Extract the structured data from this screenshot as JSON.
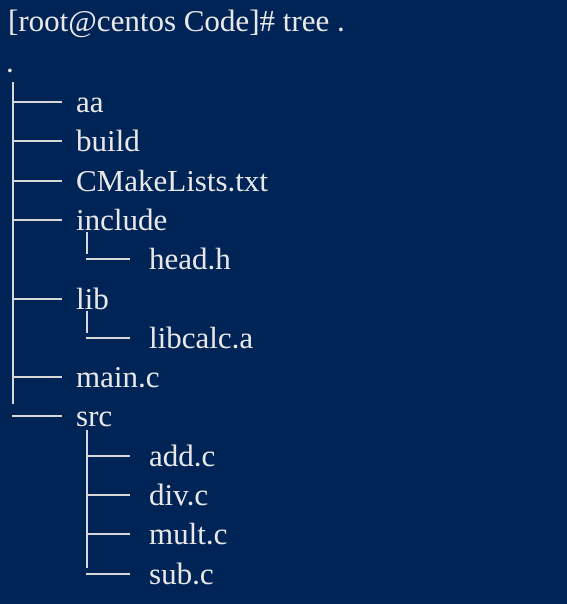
{
  "terminal": {
    "prompt_line": "[root@centos Code]# tree .",
    "root": "."
  },
  "tree": {
    "entries": [
      {
        "name": "aa",
        "depth": 0
      },
      {
        "name": "build",
        "depth": 0
      },
      {
        "name": "CMakeLists.txt",
        "depth": 0
      },
      {
        "name": "include",
        "depth": 0
      },
      {
        "name": "head.h",
        "depth": 1
      },
      {
        "name": "lib",
        "depth": 0
      },
      {
        "name": "libcalc.a",
        "depth": 1
      },
      {
        "name": "main.c",
        "depth": 0
      },
      {
        "name": "src",
        "depth": 0
      },
      {
        "name": "add.c",
        "depth": 1
      },
      {
        "name": "div.c",
        "depth": 1
      },
      {
        "name": "mult.c",
        "depth": 1
      },
      {
        "name": "sub.c",
        "depth": 1
      }
    ]
  },
  "colors": {
    "background": "#012456",
    "text": "#e8e8e8"
  }
}
